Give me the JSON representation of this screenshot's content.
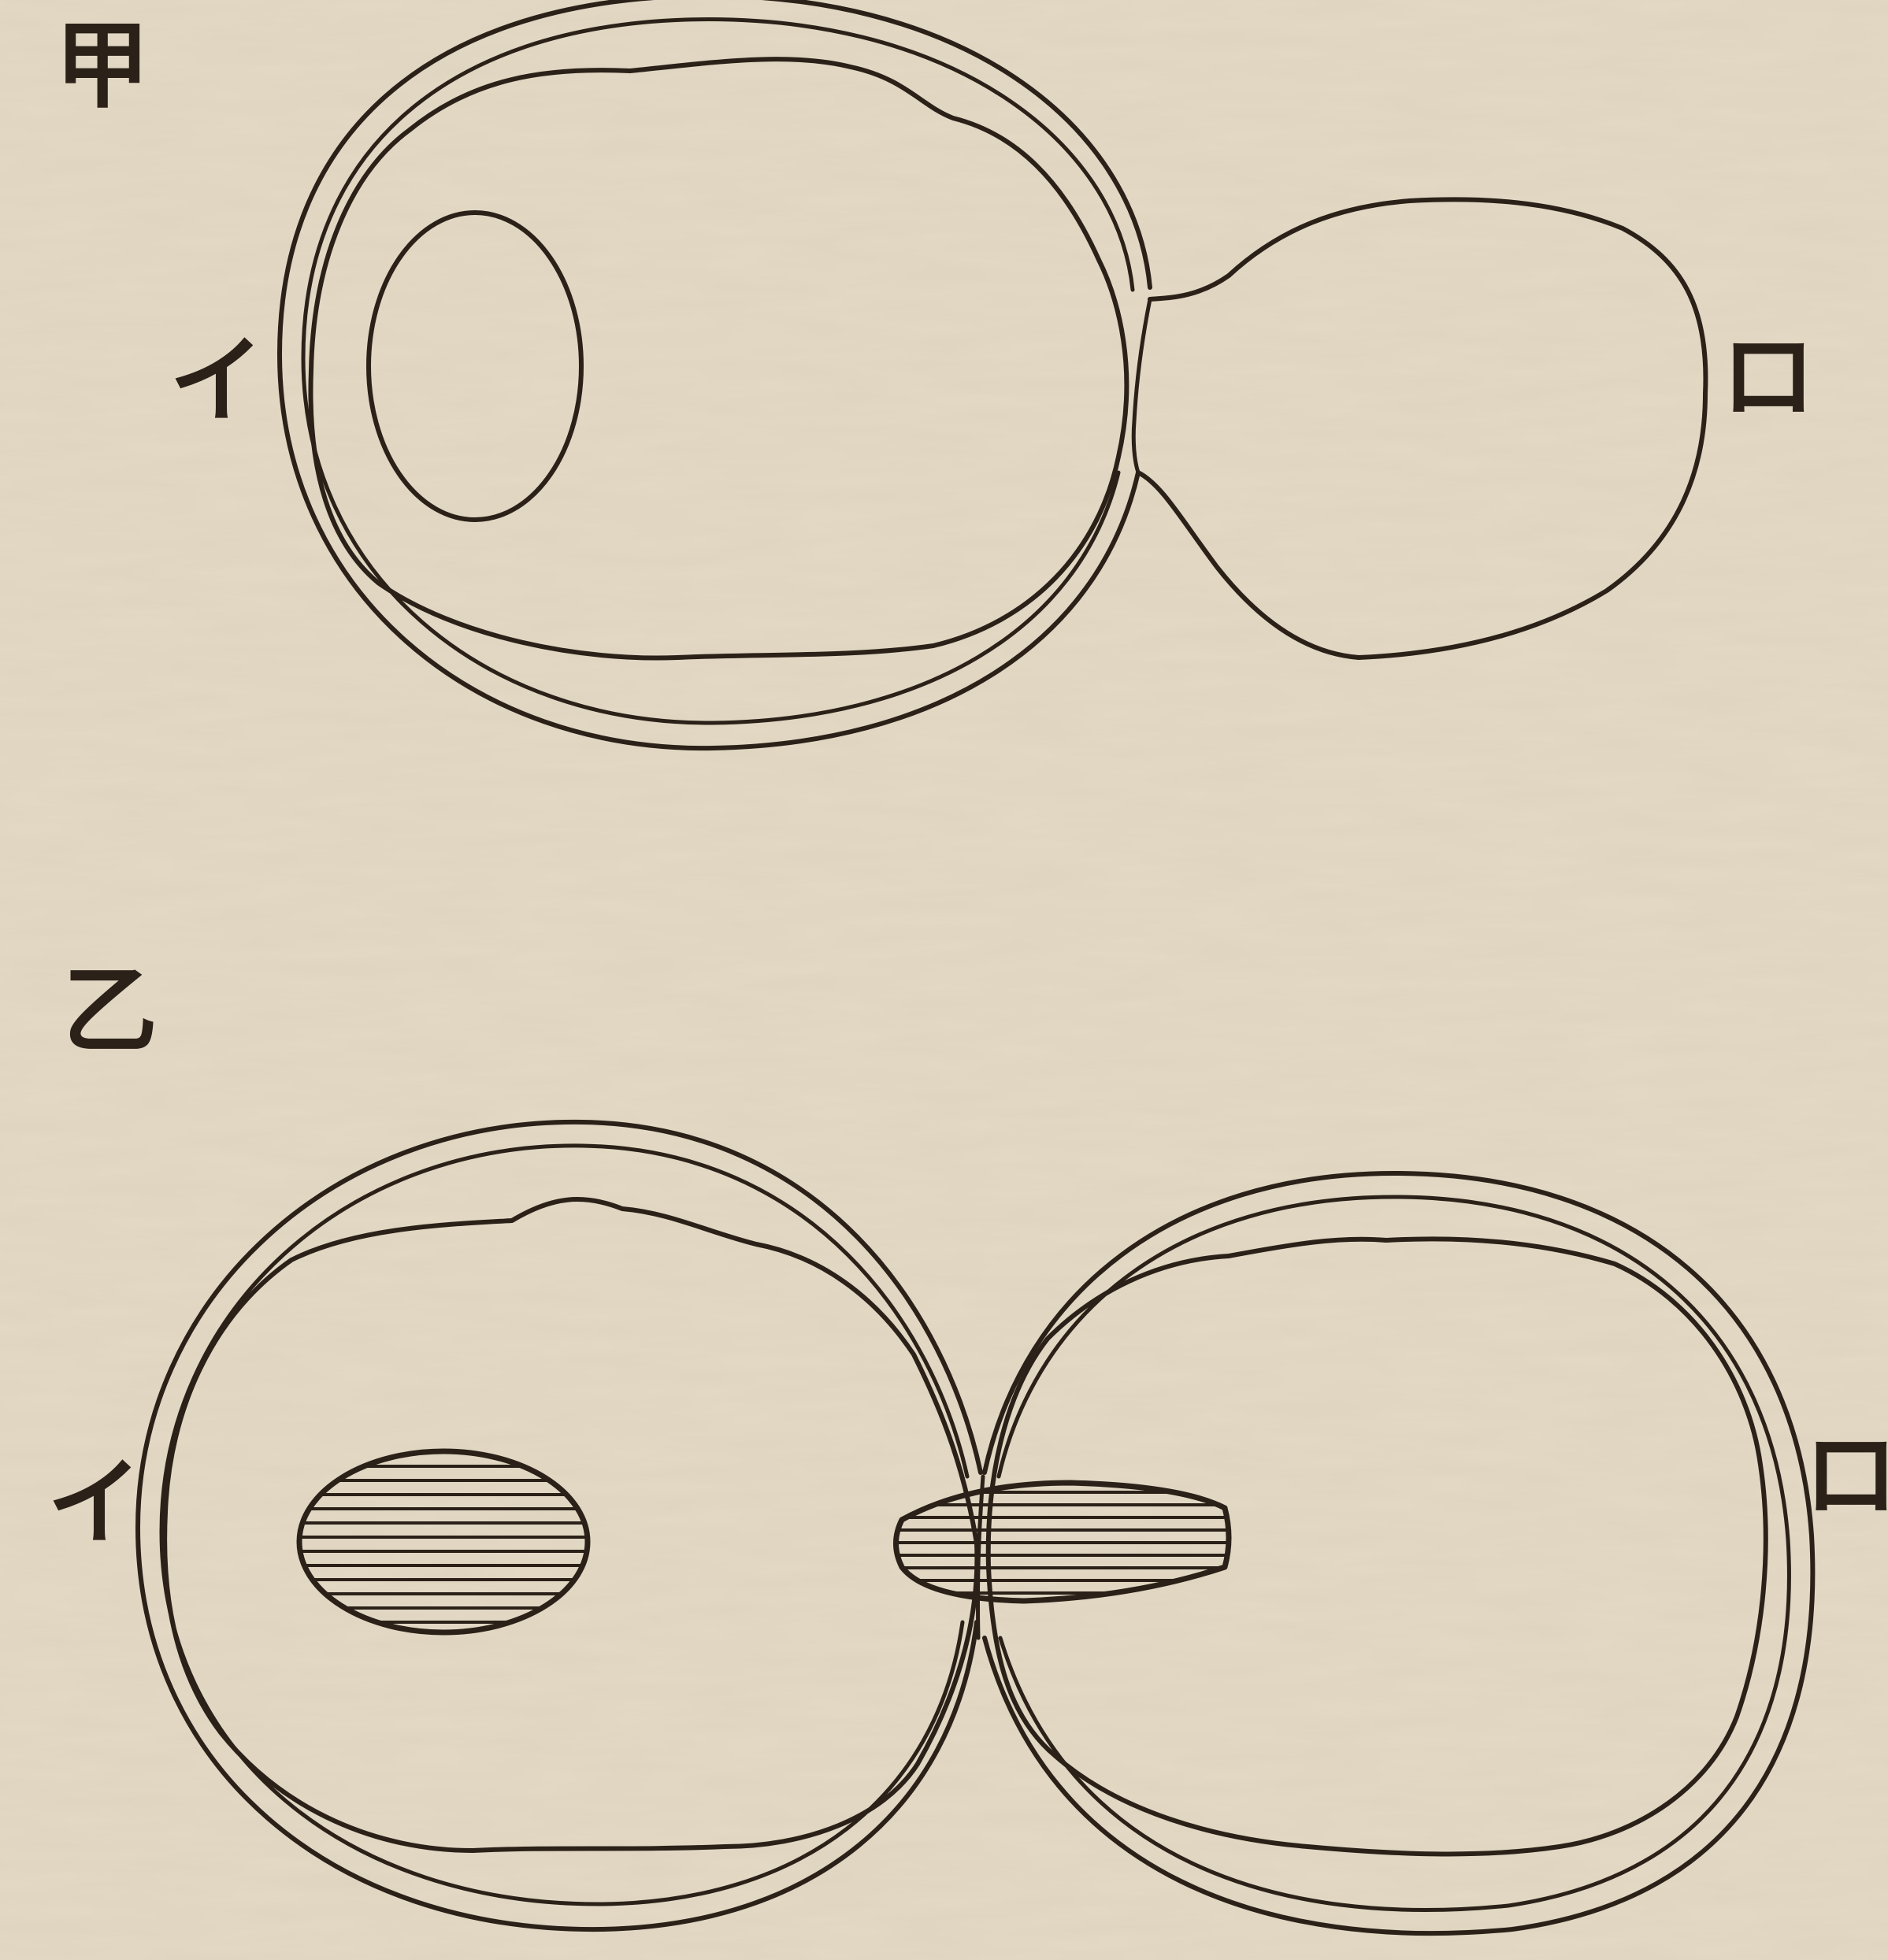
{
  "figure_a": {
    "heading": "甲",
    "label_left": "イ",
    "label_right": "ロ"
  },
  "figure_b": {
    "heading": "乙",
    "label_left": "イ",
    "label_right": "ロ"
  },
  "colors": {
    "paper": "#e3d9c5",
    "ink": "#2b2118"
  }
}
